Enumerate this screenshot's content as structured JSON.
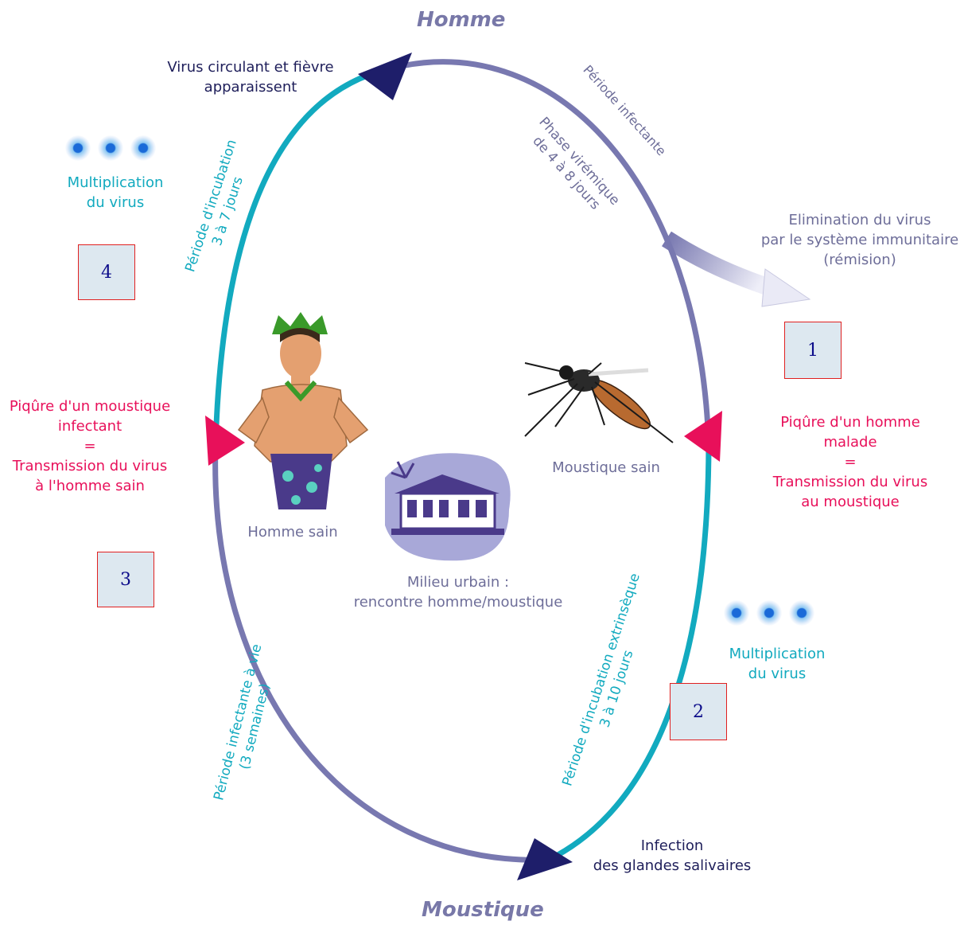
{
  "poles": {
    "top": "Homme",
    "bottom": "Moustique"
  },
  "labels": {
    "virus_fievre": [
      "Virus circulant et fièvre",
      "apparaissent"
    ],
    "periode_infectante": "Période infectante",
    "phase_viremique": [
      "Phase virémique",
      "de 4 à 8 jours"
    ],
    "elimination": [
      "Elimination du virus",
      "par le système immunitaire",
      "(rémision)"
    ],
    "incubation_homme": [
      "Période d'incubation",
      "3 à 7 jours"
    ],
    "multiplication_left": [
      "Multiplication",
      "du virus"
    ],
    "multiplication_right": [
      "Multiplication",
      "du virus"
    ],
    "piqure_moustique": [
      "Piqûre d'un moustique",
      "infectant",
      "=",
      "Transmission du virus",
      "à l'homme sain"
    ],
    "piqure_homme": [
      "Piqûre d'un homme",
      "malade",
      "=",
      "Transmission du virus",
      "au moustique"
    ],
    "homme_sain": "Homme sain",
    "moustique_sain": "Moustique sain",
    "milieu_urbain": [
      "Milieu urbain :",
      "rencontre homme/moustique"
    ],
    "incubation_extrinseque": [
      "Période d'incubation extrinsèque",
      "3 à 10 jours"
    ],
    "infectante_vie": [
      "Période infectante à vie",
      "(3 semaines)"
    ],
    "glandes": [
      "Infection",
      "des glandes salivaires"
    ]
  },
  "boxes": {
    "b1": "1",
    "b2": "2",
    "b3": "3",
    "b4": "4"
  },
  "colors": {
    "teal": "#12aabf",
    "grey_arc": "#7878b0",
    "navy": "#1e1e6a",
    "pink": "#e8105a",
    "text_grey": "#6e6e99",
    "box_border": "#e02020",
    "box_fill": "#dde8f0"
  }
}
